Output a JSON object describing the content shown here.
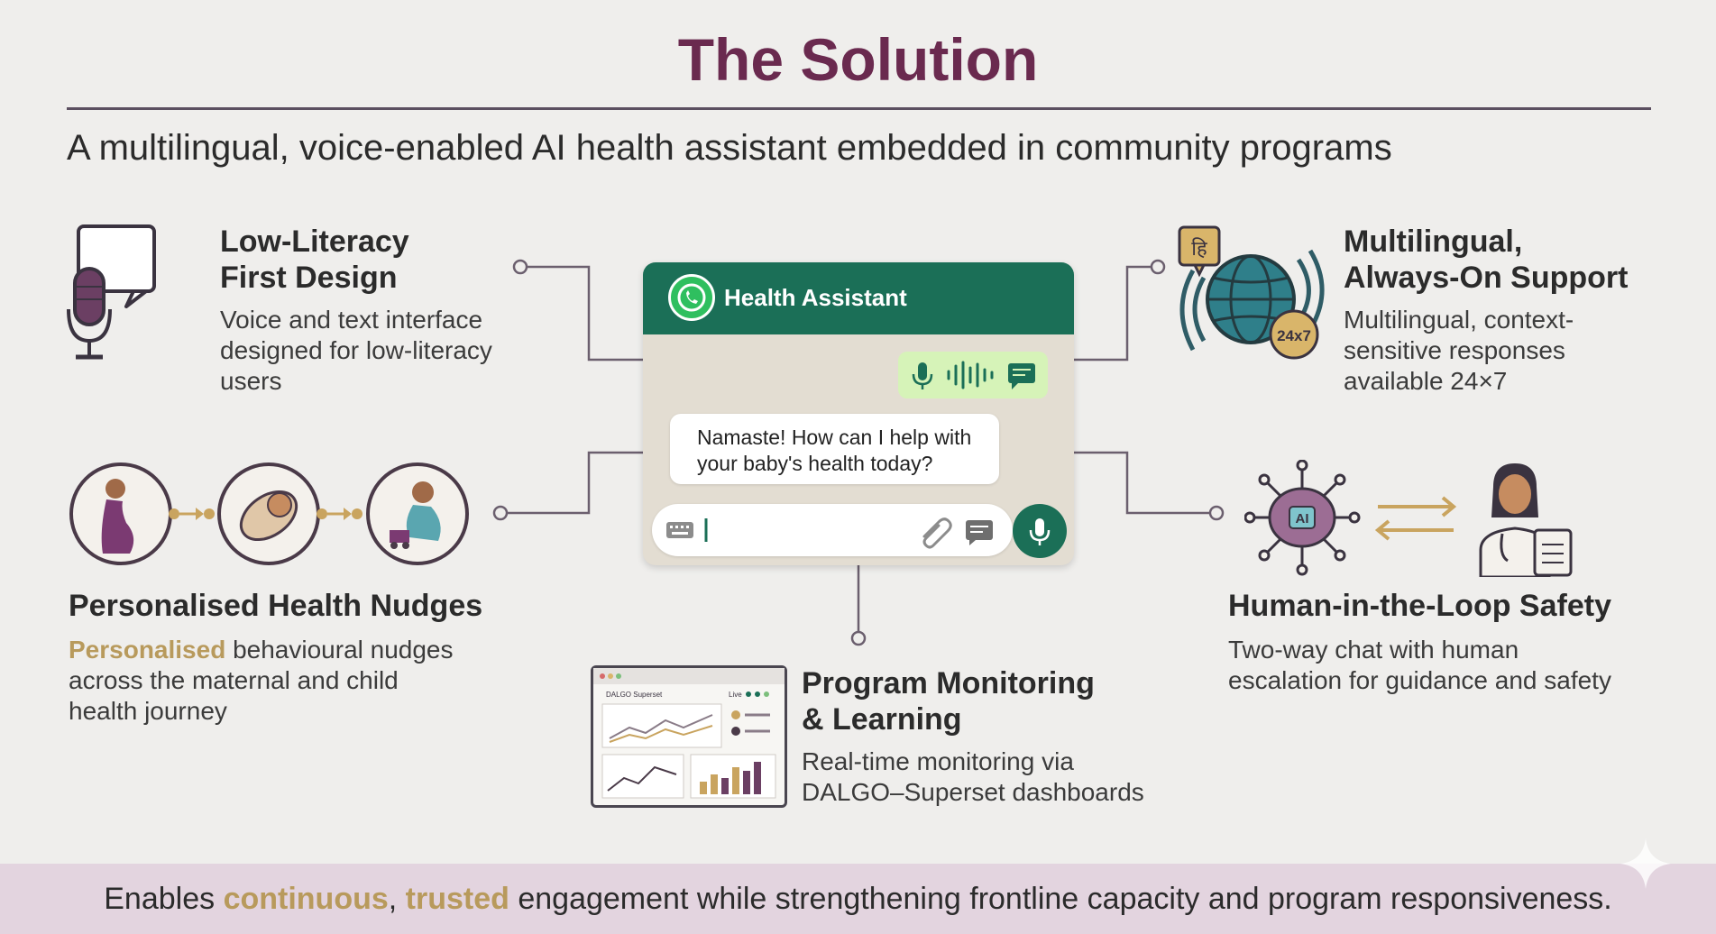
{
  "title": "The Solution",
  "subtitle": "A multilingual, voice-enabled AI health assistant embedded in community programs",
  "features": {
    "low_literacy": {
      "title_line1": "Low-Literacy",
      "title_line2": "First Design",
      "desc_line1": "Voice and text interface",
      "desc_line2": "designed for low-literacy",
      "desc_line3": "users"
    },
    "multilingual": {
      "title_line1": "Multilingual,",
      "title_line2": "Always-On Support",
      "desc_line1": "Multilingual, context-",
      "desc_line2": "sensitive responses",
      "desc_line3": "available 24×7",
      "icon_hindi": "हि",
      "icon_badge": "24x7"
    },
    "nudges": {
      "title": "Personalised Health Nudges",
      "desc_highlight": "Personalised",
      "desc_line1_rest": " behavioural nudges",
      "desc_line2": "across the maternal and child",
      "desc_line3": "health journey"
    },
    "human_loop": {
      "title": "Human-in-the-Loop Safety",
      "desc_line1": "Two-way chat with human",
      "desc_line2": "escalation for guidance and safety",
      "icon_ai": "AI"
    },
    "monitoring": {
      "title_line1": "Program Monitoring",
      "title_line2": "& Learning",
      "desc_line1": "Real-time monitoring via",
      "desc_line2": "DALGO–Superset dashboards",
      "dashboard_brand": "DALGO Superset",
      "dashboard_live": "Live"
    }
  },
  "chat": {
    "header_title": "Health Assistant",
    "message": "Namaste! How can I help with your baby's health today?"
  },
  "footer": {
    "prefix": "Enables ",
    "highlight1": "continuous",
    "sep": ", ",
    "highlight2": "trusted",
    "suffix": " engagement while strengthening frontline capacity and program responsiveness."
  },
  "colors": {
    "title": "#6a2a4f",
    "whatsapp_green": "#1b6f57",
    "gold_accent": "#b89a5c",
    "footer_band": "#e3d4df"
  },
  "icons": [
    "microphone-icon",
    "speech-bubble-icon",
    "globe-icon",
    "pregnant-woman-icon",
    "baby-icon",
    "toddler-icon",
    "ai-brain-icon",
    "exchange-arrows-icon",
    "doctor-icon",
    "dashboard-icon"
  ]
}
